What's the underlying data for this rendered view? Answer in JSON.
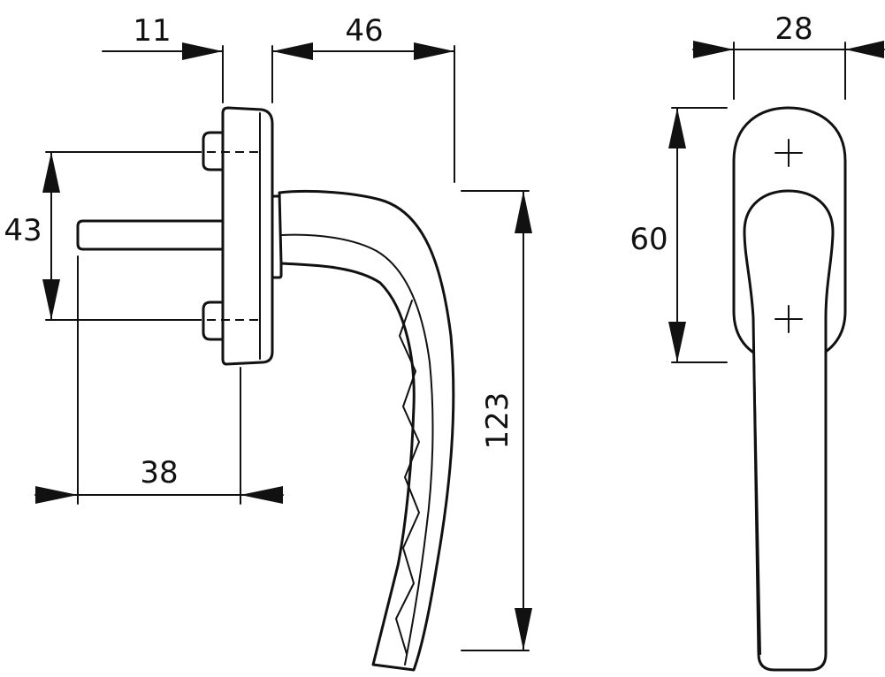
{
  "colors": {
    "line": "#111111",
    "background": "#ffffff"
  },
  "dimensions": {
    "d11": "11",
    "d46": "46",
    "d28": "28",
    "d43": "43",
    "d60": "60",
    "d123": "123",
    "d38": "38"
  }
}
